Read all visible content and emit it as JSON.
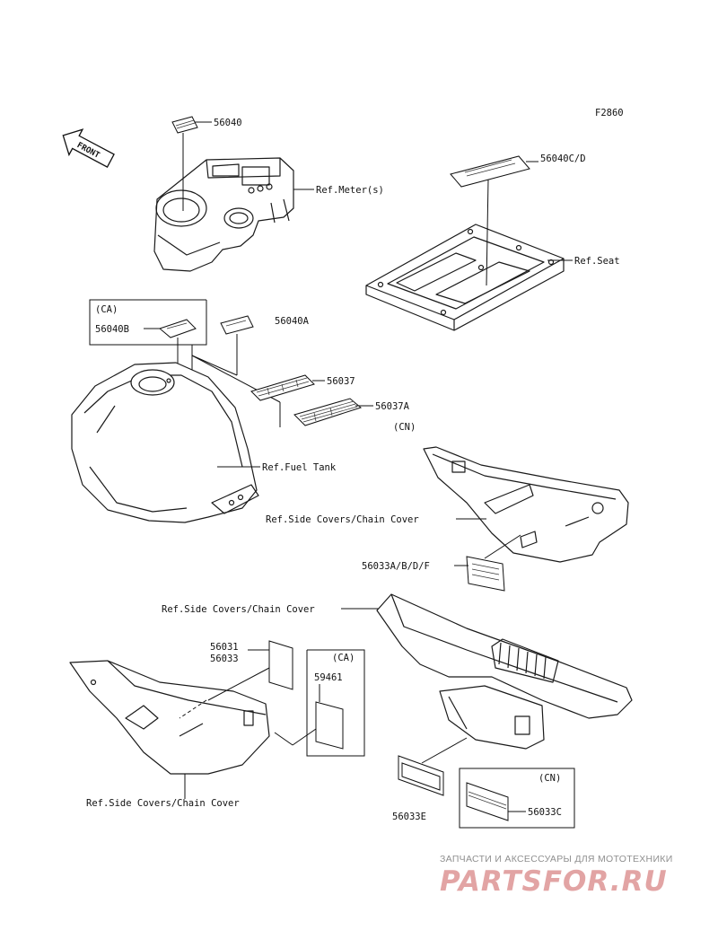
{
  "figure_code": "F2860",
  "front_arrow": "FRONT",
  "refs": {
    "meter": "Ref.Meter(s)",
    "seat": "Ref.Seat",
    "fuel_tank": "Ref.Fuel Tank",
    "side_covers_1": "Ref.Side Covers/Chain Cover",
    "side_covers_2": "Ref.Side Covers/Chain Cover",
    "side_covers_3": "Ref.Side Covers/Chain Cover"
  },
  "parts": {
    "p56040": "56040",
    "p56040C_D": "56040C/D",
    "p56040A": "56040A",
    "p56040B": "56040B",
    "p56037": "56037",
    "p56037A": "56037A",
    "p56033ABDF": "56033A/B/D/F",
    "p56031": "56031",
    "p56033": "56033",
    "p59461": "59461",
    "p56033E": "56033E",
    "p56033C": "56033C"
  },
  "region_tags": {
    "ca_1": "(CA)",
    "ca_2": "(CA)",
    "cn_1": "(CN)",
    "cn_2": "(CN)"
  },
  "watermark": {
    "tagline": "ЗАПЧАСТИ И АКСЕССУАРЫ ДЛЯ МОТОТЕХНИКИ",
    "brand": "PARTSFOR.RU"
  },
  "colors": {
    "line": "#1a1a1a",
    "watermark_brand": "#e2a4a4",
    "watermark_tagline": "#8f8f8f"
  }
}
